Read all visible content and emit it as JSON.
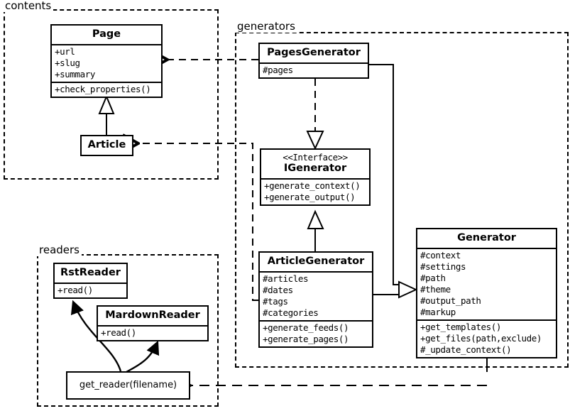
{
  "diagram": {
    "title": "Pelican architecture UML class diagram",
    "stroke_color": "#000000",
    "background": "#ffffff"
  },
  "packages": [
    {
      "id": "contents",
      "label": "contents"
    },
    {
      "id": "generators",
      "label": "generators"
    },
    {
      "id": "readers",
      "label": "readers"
    }
  ],
  "classes": {
    "page": {
      "name": "Page",
      "attributes": [
        "+url",
        "+slug",
        "+summary"
      ],
      "operations": [
        "+check_properties()"
      ]
    },
    "article": {
      "name": "Article",
      "attributes": [],
      "operations": []
    },
    "pages_generator": {
      "name": "PagesGenerator",
      "attributes": [
        "#pages"
      ],
      "operations": []
    },
    "igenerator": {
      "stereotype": "<<Interface>>",
      "name": "IGenerator",
      "attributes": [],
      "operations": [
        "+generate_context()",
        "+generate_output()"
      ]
    },
    "article_generator": {
      "name": "ArticleGenerator",
      "attributes": [
        "#articles",
        "#dates",
        "#tags",
        "#categories"
      ],
      "operations": [
        "+generate_feeds()",
        "+generate_pages()"
      ]
    },
    "generator": {
      "name": "Generator",
      "attributes": [
        "#context",
        "#settings",
        "#path",
        "#theme",
        "#output_path",
        "#markup"
      ],
      "operations": [
        "+get_templates()",
        "+get_files(path,exclude)",
        "#_update_context()"
      ]
    },
    "rst_reader": {
      "name": "RstReader",
      "attributes": [],
      "operations": [
        "+read()"
      ]
    },
    "markdown_reader": {
      "name": "MardownReader",
      "attributes": [],
      "operations": [
        "+read()"
      ]
    },
    "get_reader": {
      "name": "get_reader(filename)",
      "attributes": [],
      "operations": []
    }
  },
  "relationships": [
    {
      "id": "r1",
      "type": "dependency",
      "from": "PagesGenerator",
      "to": "Page",
      "style": "dashed",
      "arrowhead": "open"
    },
    {
      "id": "r2",
      "type": "dependency",
      "from": "ArticleGenerator",
      "to": "Article",
      "style": "dashed",
      "arrowhead": "open"
    },
    {
      "id": "r3",
      "type": "generalization",
      "from": "Article",
      "to": "Page",
      "style": "solid",
      "arrowhead": "hollow-triangle"
    },
    {
      "id": "r4",
      "type": "realization",
      "from": "PagesGenerator",
      "to": "IGenerator",
      "style": "dashed",
      "arrowhead": "hollow-triangle"
    },
    {
      "id": "r5",
      "type": "realization",
      "from": "ArticleGenerator",
      "to": "IGenerator",
      "style": "solid",
      "arrowhead": "hollow-triangle"
    },
    {
      "id": "r6",
      "type": "generalization",
      "from": "PagesGenerator",
      "to": "Generator",
      "style": "solid",
      "arrowhead": "hollow-triangle"
    },
    {
      "id": "r7",
      "type": "generalization",
      "from": "ArticleGenerator",
      "to": "Generator",
      "style": "solid",
      "arrowhead": "hollow-triangle"
    },
    {
      "id": "r8",
      "type": "dependency",
      "from": "Generator",
      "to": "get_reader(filename)",
      "style": "dashed",
      "arrowhead": "open"
    },
    {
      "id": "r9",
      "type": "call",
      "from": "get_reader(filename)",
      "to": "RstReader",
      "style": "curved",
      "arrowhead": "filled"
    },
    {
      "id": "r10",
      "type": "call",
      "from": "get_reader(filename)",
      "to": "MardownReader",
      "style": "curved",
      "arrowhead": "filled"
    }
  ]
}
